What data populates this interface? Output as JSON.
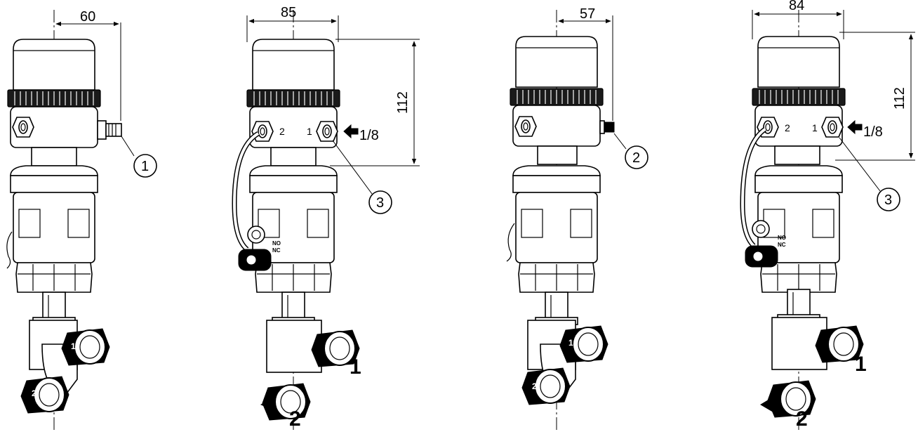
{
  "dimensions": {
    "v1_width": "60",
    "v2_width": "85",
    "v2_height": "112",
    "v3_width": "57",
    "v4_width": "84",
    "v4_height": "112"
  },
  "callouts": {
    "v1": "1",
    "v2": "3",
    "v3": "2",
    "v4": "3"
  },
  "ports": {
    "pilot_port_2": "2",
    "pilot_port_1": "1",
    "thread_size": "1/8",
    "no_label": "NO",
    "nc_label": "NC",
    "flow_inlet": "1",
    "flow_outlet": "2",
    "body_port_1": "1",
    "body_port_2": "2"
  }
}
